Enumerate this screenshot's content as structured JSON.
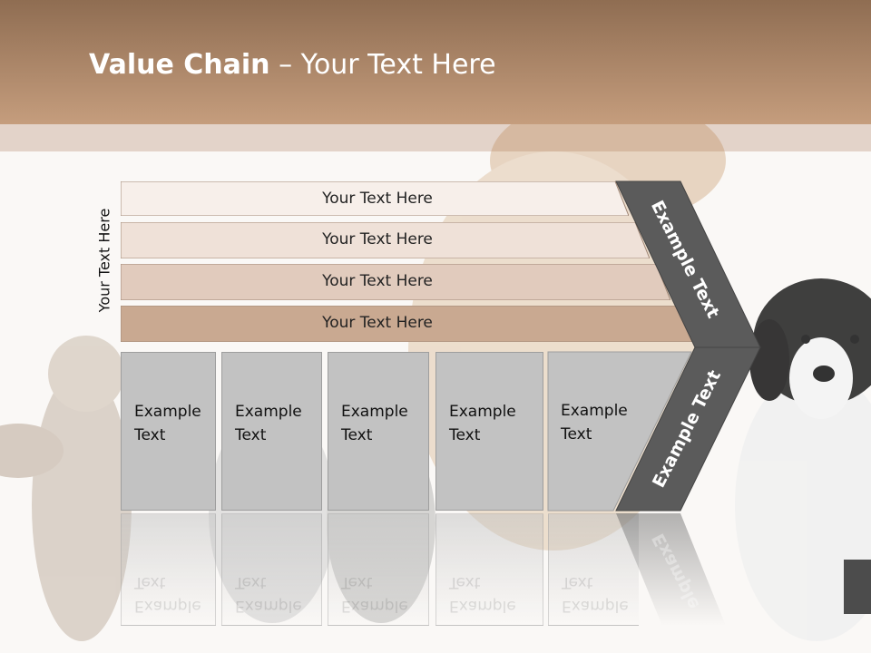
{
  "slide": {
    "title_bold": "Value Chain",
    "title_rest": "– Your Text Here",
    "side_label": "Your Text Here"
  },
  "bars": [
    {
      "label": "Your Text Here",
      "fill": "#f7efea"
    },
    {
      "label": "Your Text Here",
      "fill": "#efe1d8"
    },
    {
      "label": "Your Text Here",
      "fill": "#e1cbbd"
    },
    {
      "label": "Your Text Here",
      "fill": "#c9a991"
    }
  ],
  "boxes": [
    {
      "line1": "Example",
      "line2": "Text"
    },
    {
      "line1": "Example",
      "line2": "Text"
    },
    {
      "line1": "Example",
      "line2": "Text"
    },
    {
      "line1": "Example",
      "line2": "Text"
    },
    {
      "line1": "Example",
      "line2": "Text"
    }
  ],
  "chevron": {
    "upper_label": "Example Text",
    "lower_label": "Example Text",
    "reflection_label": "Example",
    "color": "#5b5b5b"
  },
  "colors": {
    "header_top": "#8f6d52",
    "header_bottom": "#c59d7d",
    "box_fill": "#c2c2c2"
  },
  "background_image": "pets-photo (cats and dogs)"
}
